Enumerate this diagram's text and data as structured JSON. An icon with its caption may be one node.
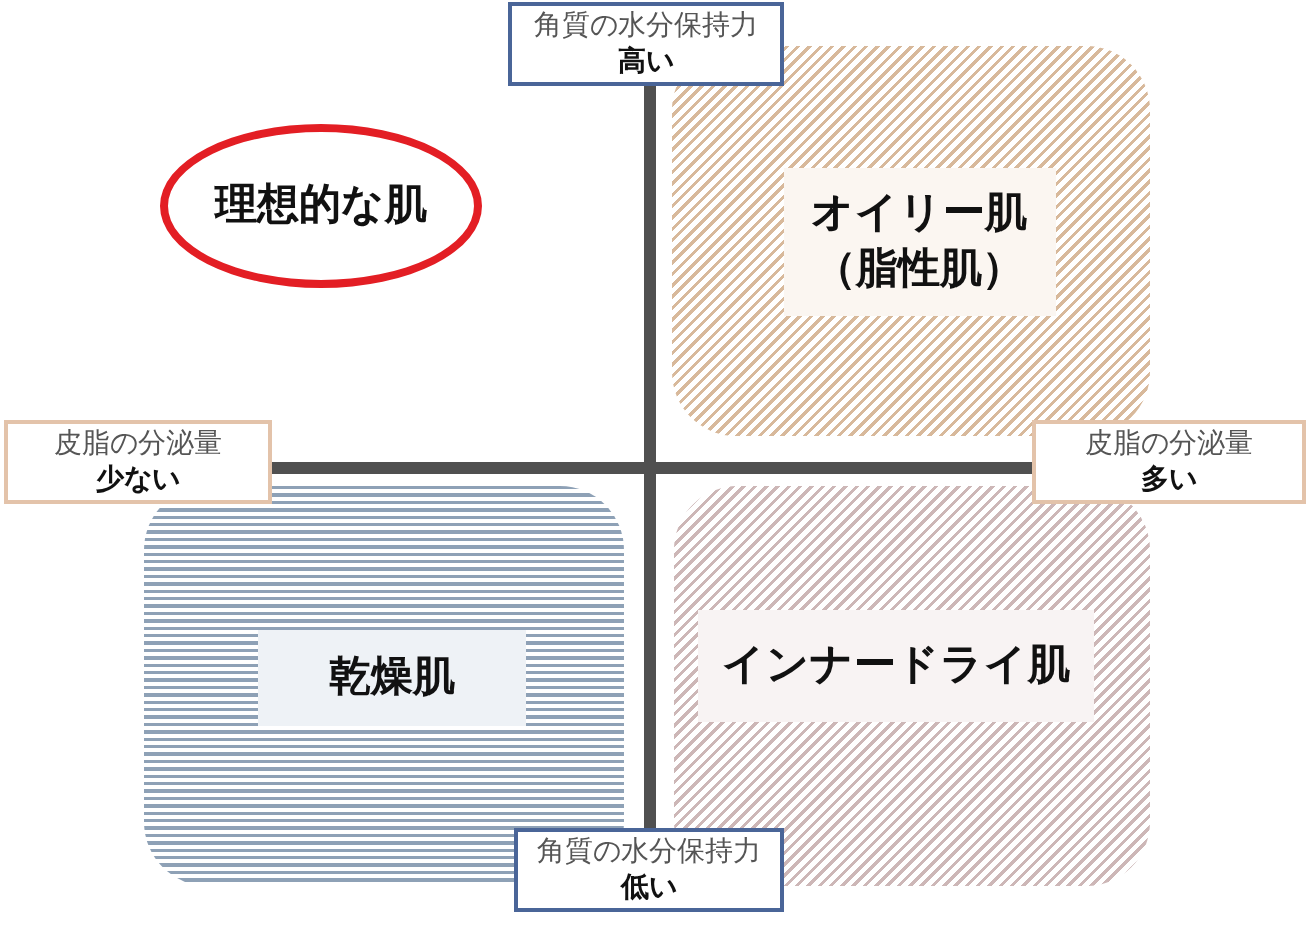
{
  "diagram": {
    "nodes": [
      {
        "text": [
          "角質の水分保持力",
          "高い"
        ]
      },
      {
        "text": [
          "理想的な肌"
        ]
      },
      {
        "text": [
          "オイリー肌",
          "（脂性肌）"
        ]
      },
      {
        "text": [
          "皮脂の分泌量",
          "少ない"
        ]
      },
      {
        "text": [
          "皮脂の分泌量",
          "多い"
        ]
      },
      {
        "text": [
          "乾燥肌"
        ]
      },
      {
        "text": [
          "インナードライ肌"
        ]
      },
      {
        "text": [
          "角質の水分保持力",
          "低い"
        ]
      }
    ]
  }
}
